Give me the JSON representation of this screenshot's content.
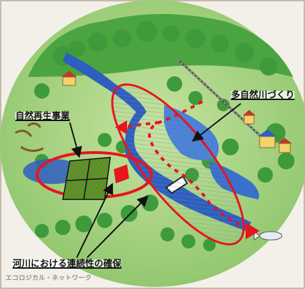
{
  "labels": {
    "nature_restoration": "自然再生事業",
    "nature_river_making": "多自然川づくり",
    "river_continuity": "河川における連続性の確保",
    "eco_network": "エコロジカル・ネットワーク"
  },
  "colors": {
    "annotation_red": "#e8141e",
    "water_blue": "#2e5fbf",
    "forest_green": "#3f9a3c",
    "meadow_green": "#a9d47e",
    "background": "#f3f0ea",
    "border": "#c8b9a8"
  },
  "icons": [
    "tree-icon",
    "house-icon",
    "bird-icon",
    "fish-icon",
    "dam-icon",
    "railway-icon",
    "rice-field-icon"
  ]
}
